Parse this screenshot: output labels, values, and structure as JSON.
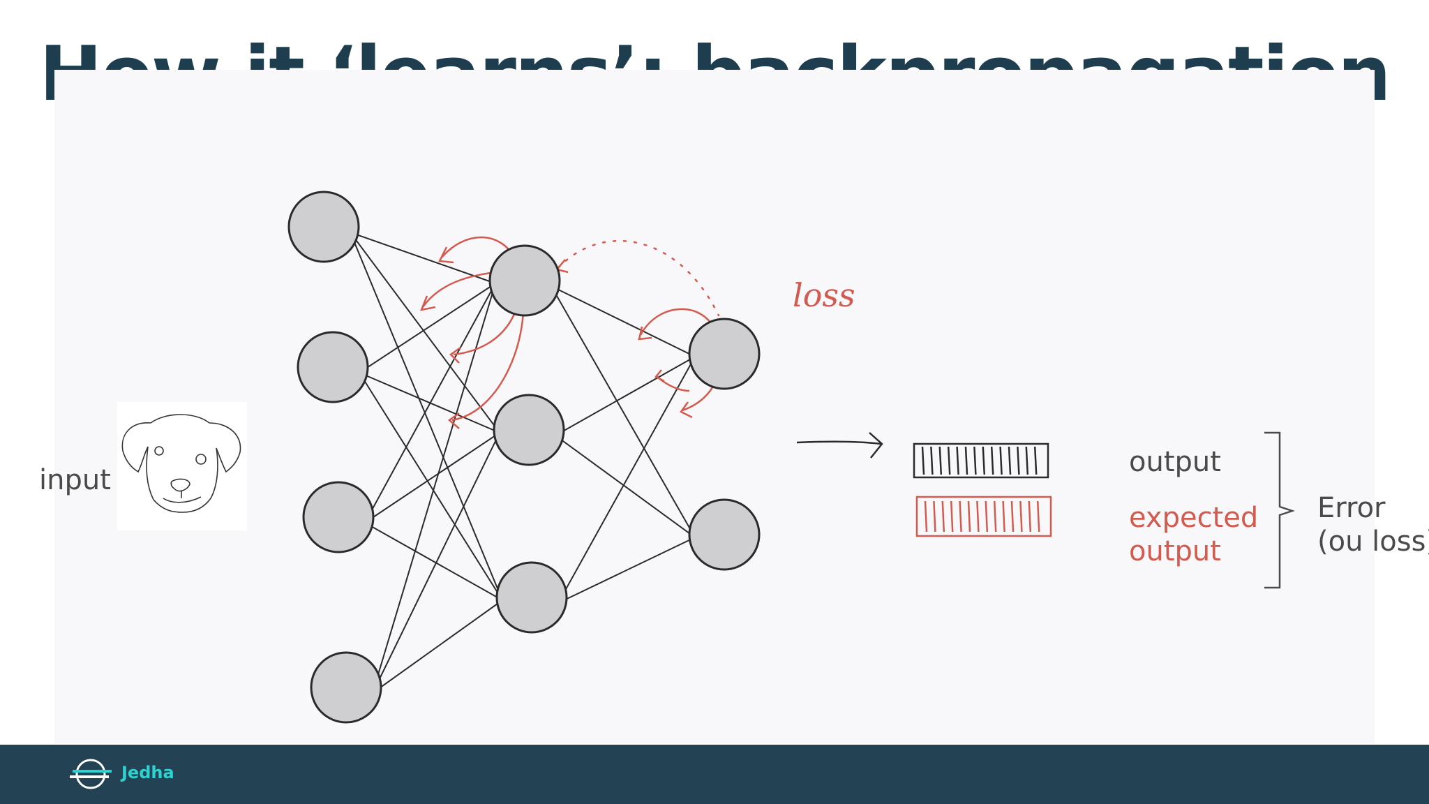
{
  "slide": {
    "title": "How it ‘learns’: backpropagation"
  },
  "diagram": {
    "input_label": "input",
    "loss_annotation": "loss",
    "output_label": "output",
    "expected_output_label": [
      "expected",
      "output"
    ],
    "error_label": [
      "Error",
      "(ou loss)"
    ],
    "colors": {
      "neuron_fill": "#cfcfd1",
      "line": "#2a2a2a",
      "backprop": "#d25a4e",
      "text": "#4a4a4a"
    }
  },
  "footer": {
    "brand": "Jedha",
    "logo_icon": "jedha-logo-icon",
    "color": "#234354",
    "accent": "#2fd1cf"
  }
}
